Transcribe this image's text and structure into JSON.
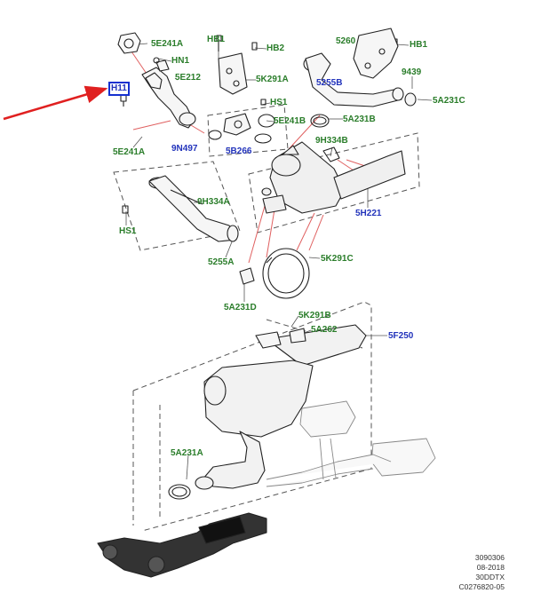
{
  "colors": {
    "green_label": "#2a7d2a",
    "blue_label": "#2233bb",
    "pointer_arrow": "#e02020",
    "highlight_box": "#1530d0"
  },
  "callouts": [
    "5E241A",
    "HB1",
    "HN1",
    "HB2",
    "5260",
    "HB1",
    "H11",
    "5E212",
    "5K291A",
    "5255B",
    "9439",
    "HS1",
    "5E241B",
    "5A231B",
    "5A231C",
    "9N497",
    "5B266",
    "9H334B",
    "5E241A",
    "9H334A",
    "5H221",
    "HS1",
    "5K291C",
    "5255A",
    "5A231D",
    "5K291B",
    "5A262",
    "5F250",
    "5A231A"
  ],
  "highlighted_callout": "H11",
  "footer": [
    "3090306",
    "08-2018",
    "30DDTX",
    "C0276820-05"
  ]
}
